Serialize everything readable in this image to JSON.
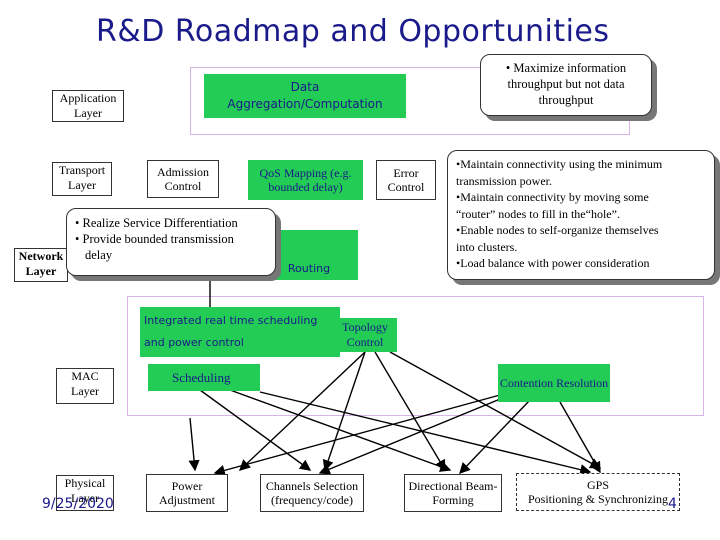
{
  "slide": {
    "title": "R&D Roadmap and Opportunities",
    "date": "9/25/2020",
    "page_number": "4"
  },
  "layers": {
    "application": "Application Layer",
    "transport": "Transport Layer",
    "network": "Network Layer",
    "mac": "MAC Layer",
    "physical": "Physical Layer"
  },
  "boxes": {
    "data_aggregation": "Data Aggregation/Computation",
    "admission_control": "Admission Control",
    "qos_mapping": "QoS Mapping (e.g. bounded delay)",
    "error_control": "Error Control",
    "routing": "Routing",
    "integrated_scheduling_line1": "Integrated real time scheduling",
    "integrated_scheduling_line2": "and power control",
    "topology_control": "Topology Control",
    "scheduling": "Scheduling",
    "contention_resolution": "Contention Resolution",
    "power_adjustment": "Power Adjustment",
    "channels_selection": "Channels Selection (frequency/code)",
    "directional_beam_forming": "Directional Beam-Forming",
    "gps_line1": "GPS",
    "gps_line2": "Positioning & Synchronizing"
  },
  "callouts": {
    "throughput": "• Maximize information throughput but not data throughput",
    "qos": [
      "• Realize Service Differentiation",
      "• Provide bounded transmission",
      "delay"
    ],
    "connectivity": [
      "•Maintain connectivity using the minimum",
      "transmission power.",
      "•Maintain connectivity by moving some",
      "“router” nodes to fill in the“hole”.",
      "•Enable nodes to self-organize themselves",
      "into clusters.",
      "•Load balance with power consideration"
    ]
  },
  "colors": {
    "title": "#1a1a8a",
    "box_fill_green": "#22cc55",
    "band_border": "#d9b4e6"
  }
}
